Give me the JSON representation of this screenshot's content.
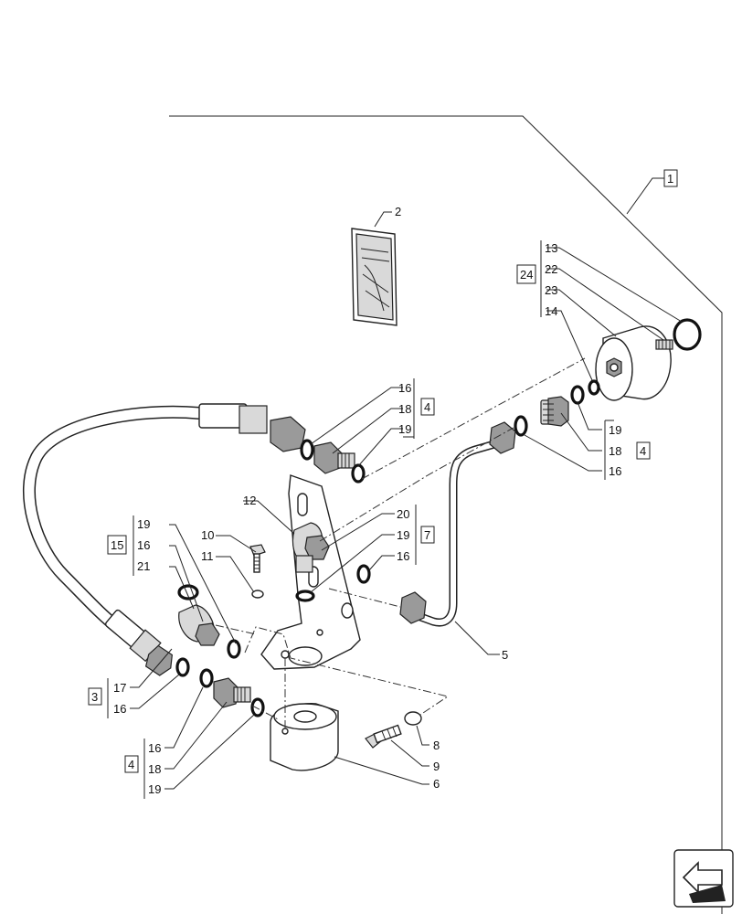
{
  "callouts": {
    "c1": "1",
    "c2": "2",
    "c3": "3",
    "c4a": "4",
    "c4b": "4",
    "c4c": "4",
    "c5": "5",
    "c6": "6",
    "c7": "7",
    "c8": "8",
    "c9": "9",
    "c10": "10",
    "c11": "11",
    "c12": "12",
    "c13": "13",
    "c14": "14",
    "c15": "15",
    "c24": "24",
    "l16a": "16",
    "l18a": "18",
    "l19a": "19",
    "l19b": "19",
    "l18b": "18",
    "l16b": "16",
    "l22": "22",
    "l23": "23",
    "l20": "20",
    "l19c": "19",
    "l16c": "16",
    "l19d": "19",
    "l16d": "16",
    "l21": "21",
    "l17": "17",
    "l16e": "16",
    "l16f": "16",
    "l18c": "18",
    "l19e": "19"
  }
}
